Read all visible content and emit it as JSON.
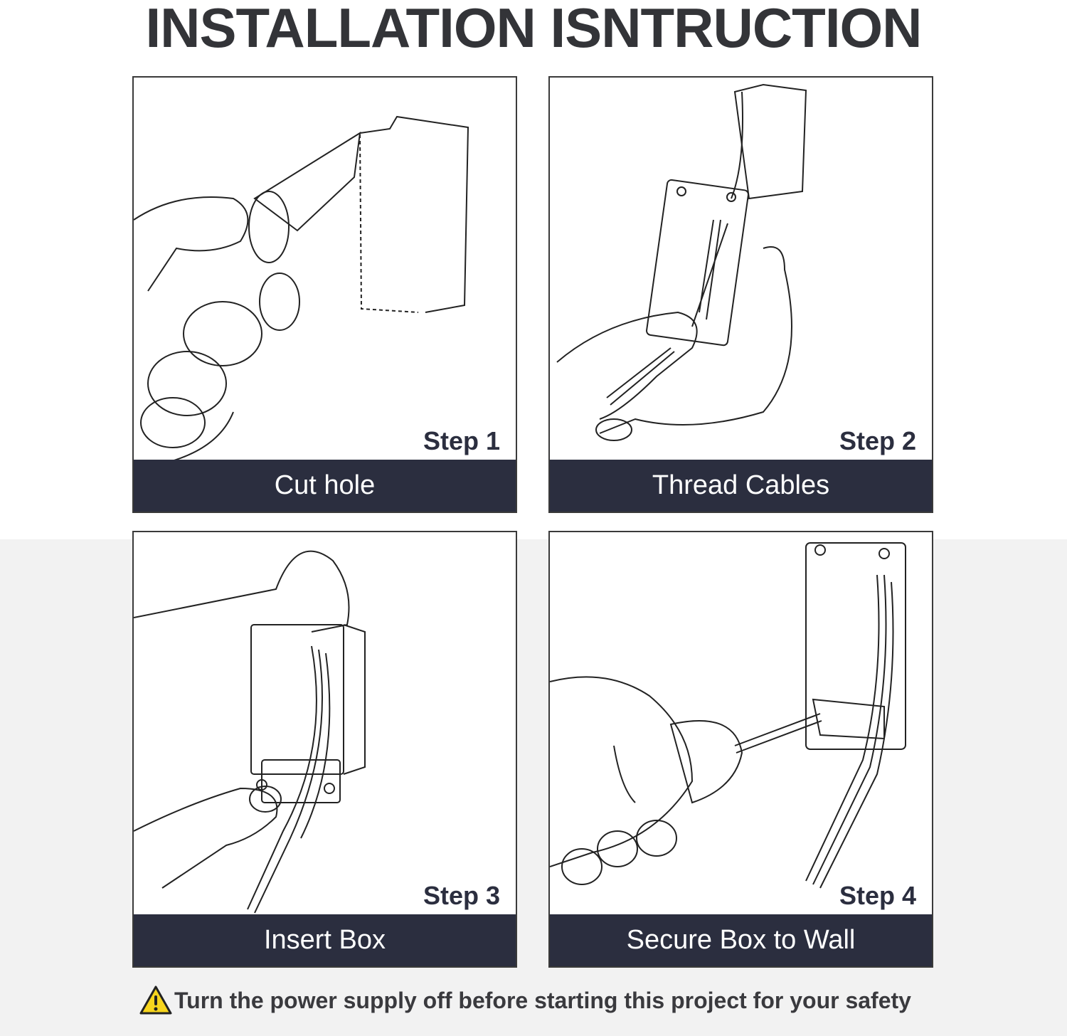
{
  "title": "INSTALLATION ISNTRUCTION",
  "steps": [
    {
      "step": "Step 1",
      "caption": "Cut hole",
      "illustration": "hand-saw-cutting-wall"
    },
    {
      "step": "Step 2",
      "caption": "Thread Cables",
      "illustration": "hand-threading-cables"
    },
    {
      "step": "Step 3",
      "caption": "Insert Box",
      "illustration": "hand-inserting-box"
    },
    {
      "step": "Step 4",
      "caption": "Secure Box to Wall",
      "illustration": "screwdriver-securing-box"
    }
  ],
  "warning": {
    "icon": "warning-triangle-icon",
    "text": "Turn the power supply off before starting this project for your safety",
    "icon_color": "#f7d51d"
  },
  "colors": {
    "caption_bg": "#2b2e3f",
    "title": "#333438"
  }
}
